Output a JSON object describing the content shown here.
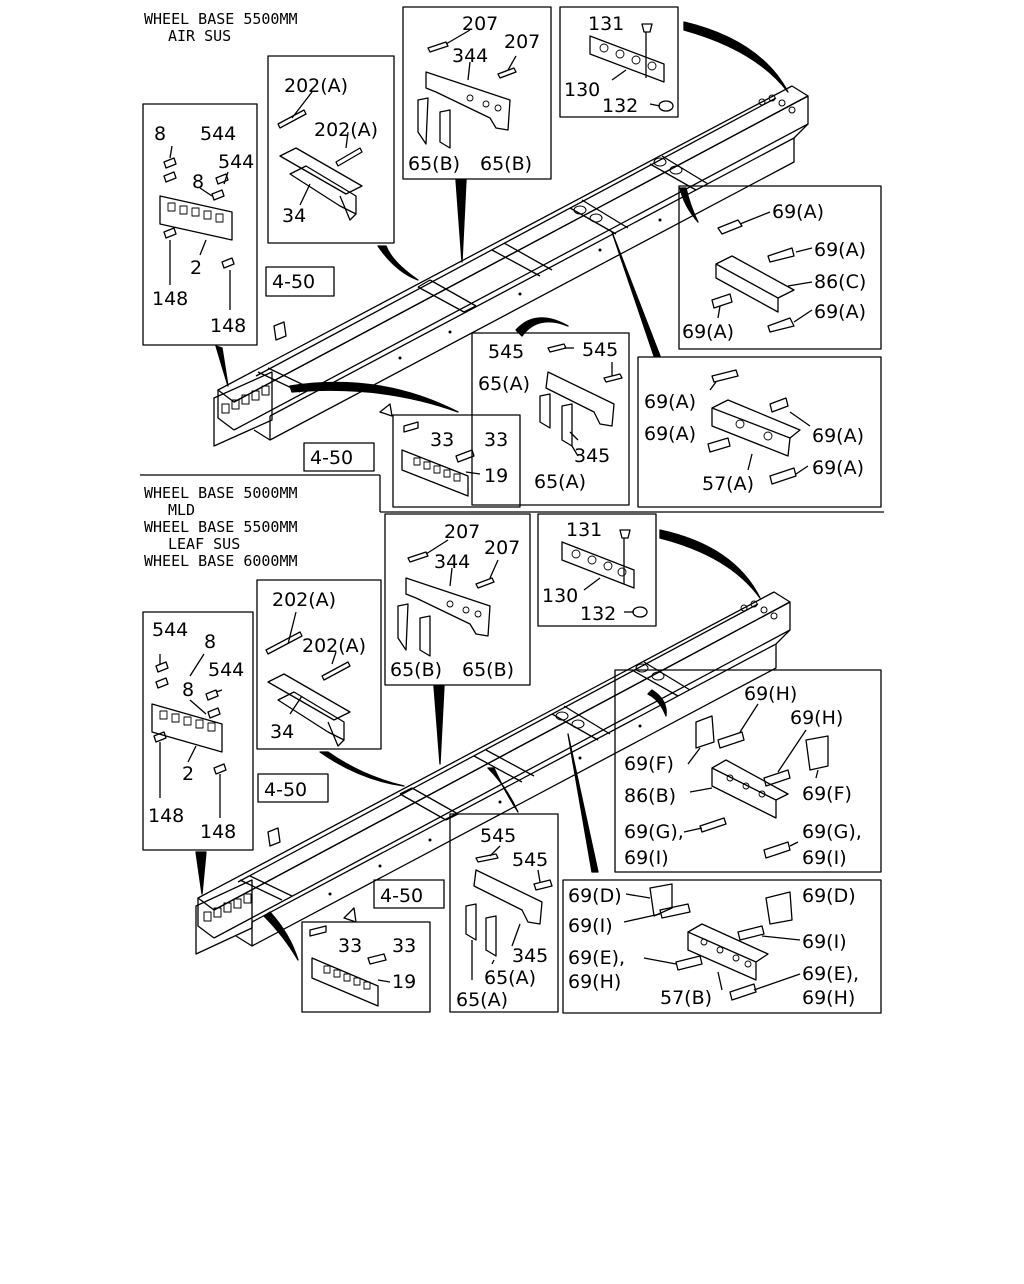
{
  "upper": {
    "header": [
      "WHEEL BASE 5500MM",
      "AIR SUS"
    ],
    "labels": {
      "b1_8a": "8",
      "b1_544a": "544",
      "b1_544b": "544",
      "b1_8b": "8",
      "b1_2": "2",
      "b1_148a": "148",
      "b1_148b": "148",
      "b2_202a": "202(A)",
      "b2_202b": "202(A)",
      "b2_34": "34",
      "b3_207a": "207",
      "b3_207b": "207",
      "b3_344": "344",
      "b3_65a": "65(B)",
      "b3_65b": "65(B)",
      "b4_131": "131",
      "b4_130": "130",
      "b4_132": "132",
      "b5_69a": "69(A)",
      "b5_69b": "69(A)",
      "b5_86": "86(C)",
      "b5_69c": "69(A)",
      "b5_69d": "69(A)",
      "b6_545a": "545",
      "b6_545b": "545",
      "b6_65a": "65(A)",
      "b6_345": "345",
      "b6_65b": "65(A)",
      "b7_69a": "69(A)",
      "b7_69b": "69(A)",
      "b7_69c": "69(A)",
      "b7_57": "57(A)",
      "b7_69d": "69(A)",
      "b8_33a": "33",
      "b8_33b": "33",
      "b8_19": "19",
      "ref1": "4-50",
      "ref2": "4-50"
    }
  },
  "lower": {
    "header": [
      "WHEEL BASE 5000MM",
      "MLD",
      "WHEEL BASE 5500MM",
      "LEAF SUS",
      "WHEEL BASE 6000MM"
    ],
    "labels": {
      "b1_544a": "544",
      "b1_8a": "8",
      "b1_544b": "544",
      "b1_8b": "8",
      "b1_2": "2",
      "b1_148a": "148",
      "b1_148b": "148",
      "b2_202a": "202(A)",
      "b2_202b": "202(A)",
      "b2_34": "34",
      "b3_207a": "207",
      "b3_207b": "207",
      "b3_344": "344",
      "b3_65a": "65(B)",
      "b3_65b": "65(B)",
      "b4_131": "131",
      "b4_130": "130",
      "b4_132": "132",
      "b5_69h1": "69(H)",
      "b5_69h2": "69(H)",
      "b5_69f1": "69(F)",
      "b5_86": "86(B)",
      "b5_69f2": "69(F)",
      "b5_69g1": "69(G),",
      "b5_69i1": "69(I)",
      "b5_69g2": "69(G),",
      "b5_69i2": "69(I)",
      "b6_545a": "545",
      "b6_545b": "545",
      "b6_345": "345",
      "b6_65a": "65(A)",
      "b6_65b": "65(A)",
      "b7_69d1": "69(D)",
      "b7_69d2": "69(D)",
      "b7_69i1": "69(I)",
      "b7_69i2": "69(I)",
      "b7_69e1": "69(E),",
      "b7_69h1": "69(H)",
      "b7_69e2": "69(E),",
      "b7_69h2": "69(H)",
      "b7_57": "57(B)",
      "b8_33a": "33",
      "b8_33b": "33",
      "b8_19": "19",
      "ref1": "4-50",
      "ref2": "4-50"
    }
  }
}
